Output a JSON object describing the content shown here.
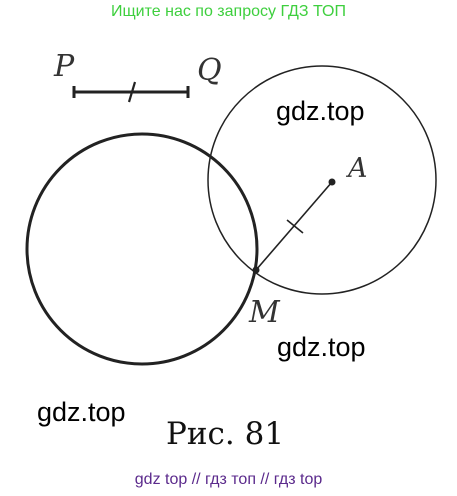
{
  "banner": {
    "text": "Ищите нас по запросу ГДЗ ТОП",
    "color": "#3ecf3e"
  },
  "figure": {
    "labels": {
      "p": "P",
      "q": "Q",
      "a": "A",
      "m": "M"
    },
    "caption": "Рис. 81"
  },
  "watermarks": [
    "gdz.top",
    "gdz.top",
    "gdz.top"
  ],
  "footer": {
    "text": "gdz top  //  гдз топ  //  гдз top",
    "color": "#5b2a8c"
  }
}
